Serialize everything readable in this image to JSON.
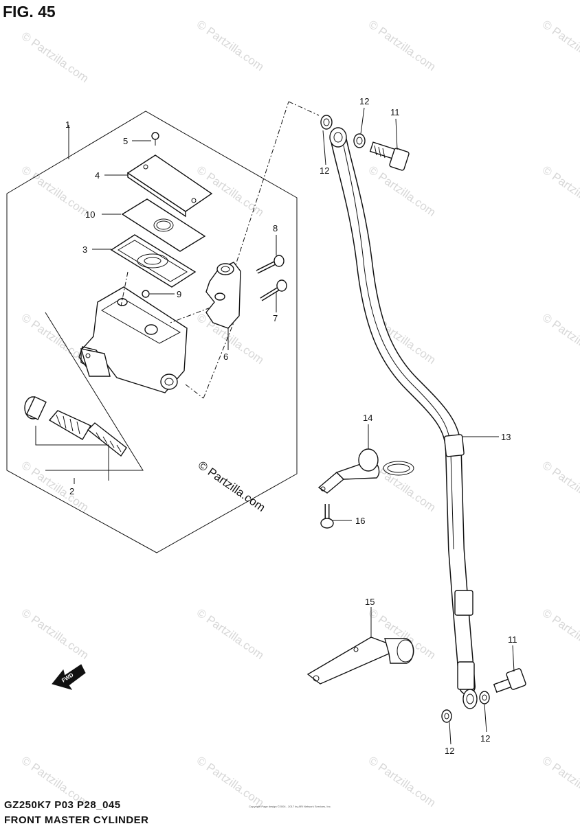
{
  "figure_title": "FIG. 45",
  "footer": {
    "model_code": "GZ250K7 P03 P28_045",
    "section_name": "FRONT MASTER CYLINDER"
  },
  "copyright_small": "Copyright\nPage design ©2004 - 2017 by ARI Network Services, Inc.",
  "watermark": {
    "repeated_text": "© Partzilla.com",
    "center_text": "© Partzilla.com"
  },
  "fwd_label": "FWD",
  "callouts": {
    "c1": "1",
    "c2": "2",
    "c3": "3",
    "c4": "4",
    "c5": "5",
    "c6": "6",
    "c7": "7",
    "c8": "8",
    "c9": "9",
    "c10": "10",
    "c11_top": "11",
    "c11_bottom": "11",
    "c12_top_left": "12",
    "c12_top_right": "12",
    "c12_bottom_left": "12",
    "c12_bottom_right": "12",
    "c13": "13",
    "c14": "14",
    "c15": "15",
    "c16": "16"
  }
}
